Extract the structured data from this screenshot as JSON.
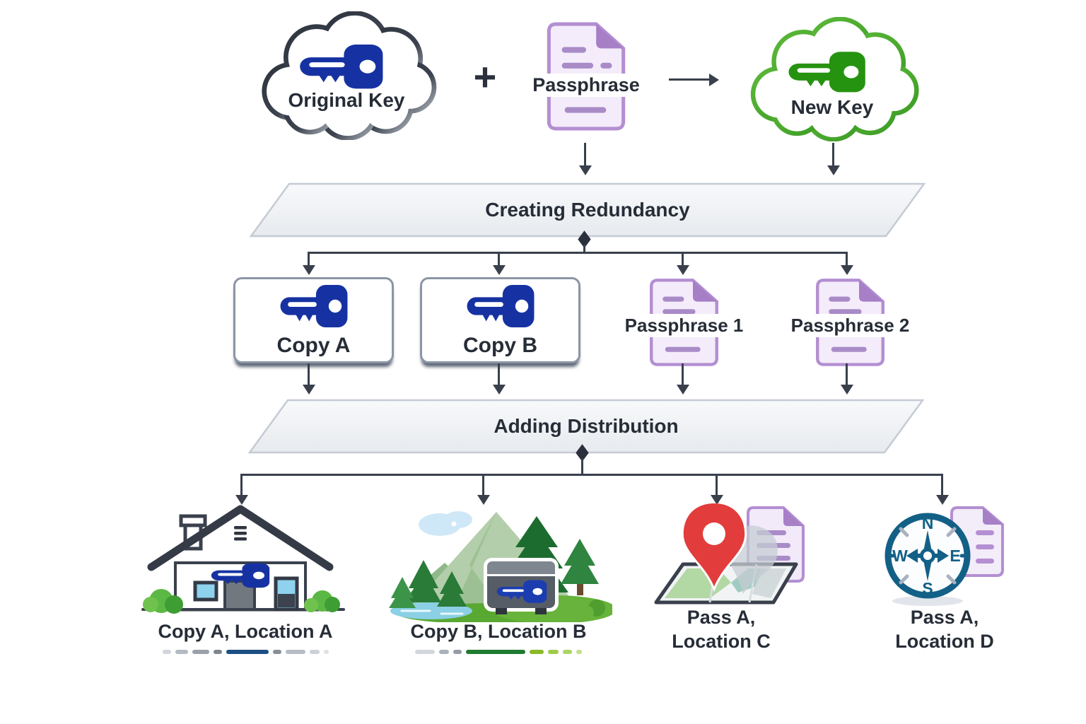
{
  "nodes": {
    "original_key": "Original Key",
    "plus": "+",
    "passphrase": "Passphrase",
    "new_key": "New Key"
  },
  "banners": {
    "redundancy": "Creating Redundancy",
    "distribution": "Adding Distribution"
  },
  "copies": {
    "copy_a": "Copy A",
    "copy_b": "Copy B",
    "passphrase_1": "Passphrase 1",
    "passphrase_2": "Passphrase 2"
  },
  "locations": {
    "a": "Copy A, Location A",
    "b": "Copy B, Location B",
    "c_line1": "Pass A,",
    "c_line2": "Location C",
    "d_line1": "Pass A,",
    "d_line2": "Location D"
  },
  "compass": {
    "north": "N",
    "east": "E",
    "south": "S",
    "west": "W"
  },
  "colors": {
    "key_blue": "#1632a2",
    "key_green": "#269310",
    "cloud_outline_dark": "#2e3540",
    "cloud_outline_green": "#4cae2e",
    "document_border_purple": "#b48fd2",
    "document_fill": "#f4ecfa",
    "arrow_dark": "#39404c",
    "pin_red": "#e23c3c",
    "compass_blue": "#136087"
  }
}
